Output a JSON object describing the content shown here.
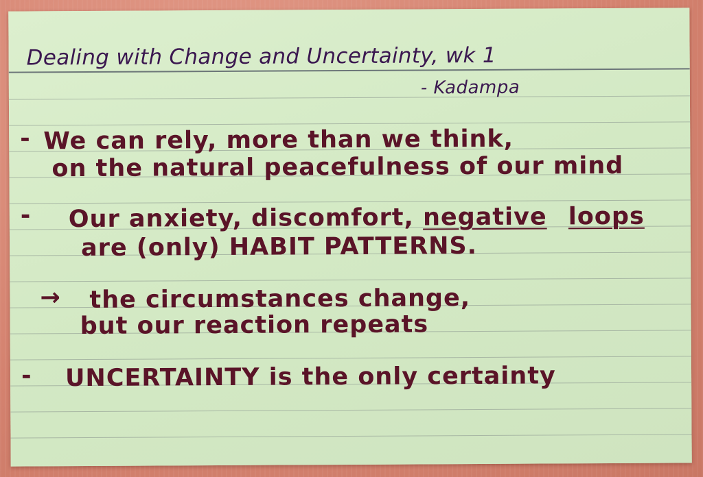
{
  "card": {
    "title": "Dealing with Change and Uncertainty, wk 1",
    "source": "- Kadampa",
    "notes": [
      {
        "bullet": "-",
        "lines": [
          "We can rely, more than we think,",
          "on the natural peacefulness of our mind"
        ]
      },
      {
        "bullet": "-",
        "line1_a": "Our anxiety, discomfort,",
        "line1_b": "negative",
        "line1_c": "loops",
        "line2": "are (only) HABIT PATTERNS."
      },
      {
        "bullet": "→",
        "lines": [
          "the circumstances change,",
          "but our reaction repeats"
        ]
      },
      {
        "bullet": "-",
        "lines": [
          "UNCERTAINTY is the only certainty"
        ]
      }
    ]
  },
  "colors": {
    "card": "#d6ebc8",
    "ink": "#5a1428",
    "title_ink": "#3b1850",
    "background": "#d98a78"
  }
}
